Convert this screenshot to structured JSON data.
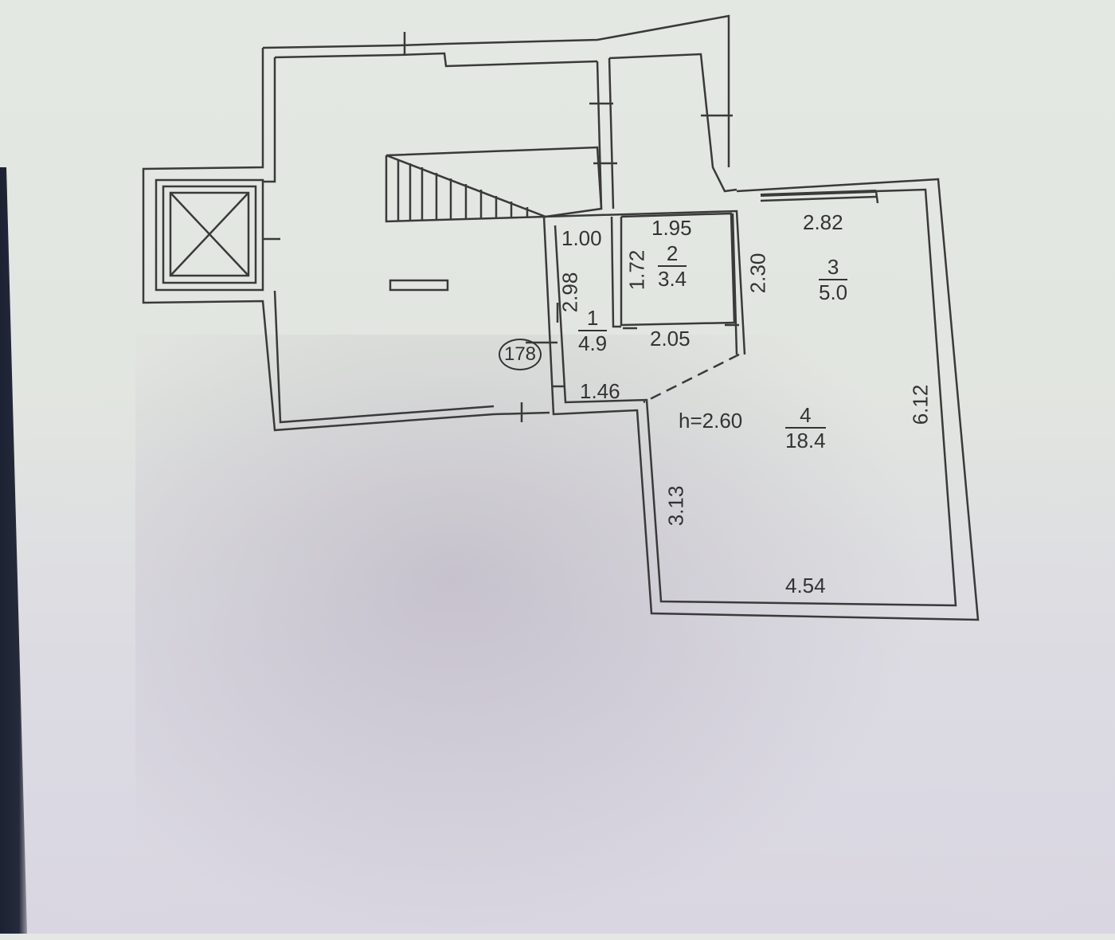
{
  "plan": {
    "ceiling_height": "h=2.60",
    "marker": "178",
    "rooms": [
      {
        "number": "1",
        "area": "4.9"
      },
      {
        "number": "2",
        "area": "3.4"
      },
      {
        "number": "3",
        "area": "5.0"
      },
      {
        "number": "4",
        "area": "18.4"
      }
    ],
    "dimensions": {
      "room1_top": "1.00",
      "room1_side": "2.98",
      "room1_bottom": "1.46",
      "room2_top": "1.95",
      "room2_side": "1.72",
      "room2_bottom": "2.05",
      "room3_side": "2.30",
      "room3_top": "2.82",
      "room4_right": "6.12",
      "room4_left": "3.13",
      "room4_bottom": "4.54"
    },
    "colors": {
      "line": "#3a3a3a",
      "paper": "#e4e8e3"
    }
  }
}
